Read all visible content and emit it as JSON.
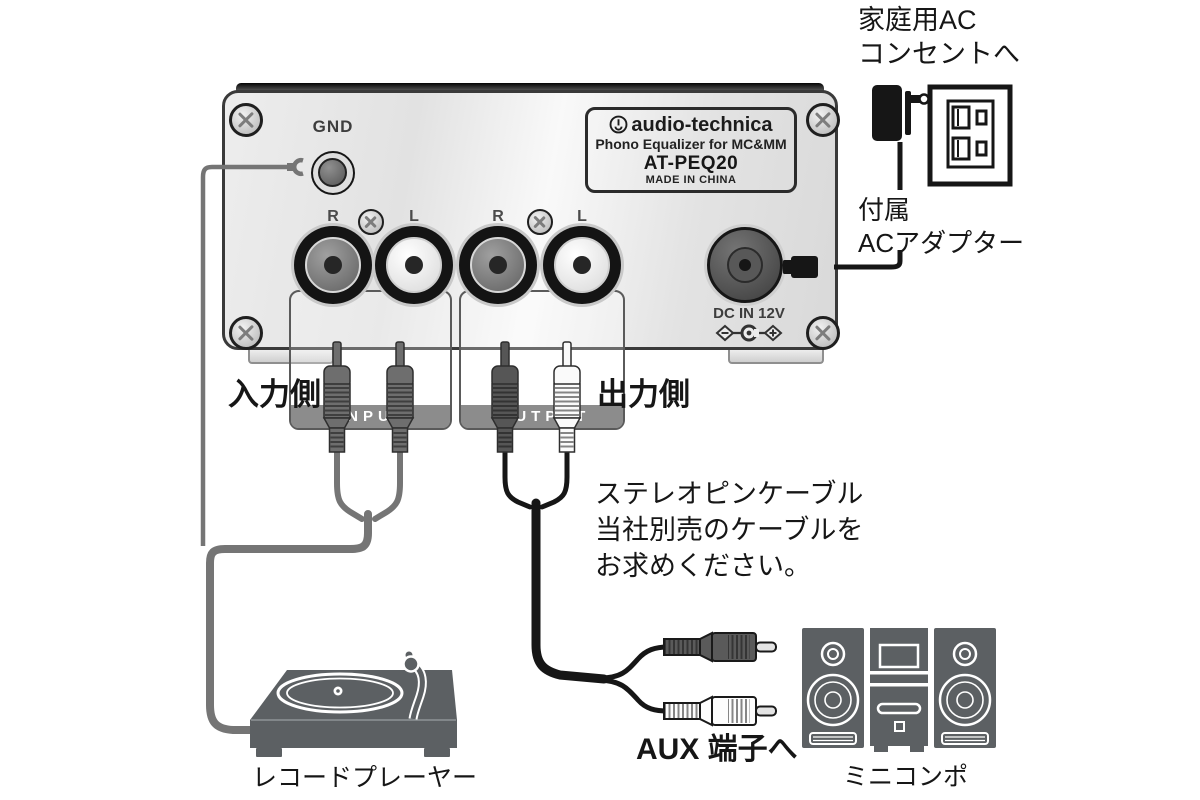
{
  "device": {
    "brand": "audio-technica",
    "subtitle": "Phono Equalizer  for MC&MM",
    "model": "AT-PEQ20",
    "origin": "MADE IN CHINA",
    "gnd_label": "GND",
    "input_label": "INPUT",
    "output_label": "OUTPUT",
    "dc_label": "DC IN 12V",
    "channels": {
      "right": "R",
      "left": "L"
    }
  },
  "annotations": {
    "ac_outlet": "家庭用AC\nコンセントへ",
    "ac_adapter": "付属\nACアダプター",
    "input_side": "入力側",
    "output_side": "出力側",
    "cable_note": "ステレオピンケーブル\n当社別売のケーブルを\nお求めください。",
    "aux": "AUX 端子へ",
    "turntable": "レコードプレーヤー",
    "mini_compo": "ミニコンポ"
  },
  "colors": {
    "panel_bar": "#8c8c8c",
    "illustration_gray": "#5c6063",
    "wire_gray": "#757575",
    "cable_black": "#161616"
  }
}
